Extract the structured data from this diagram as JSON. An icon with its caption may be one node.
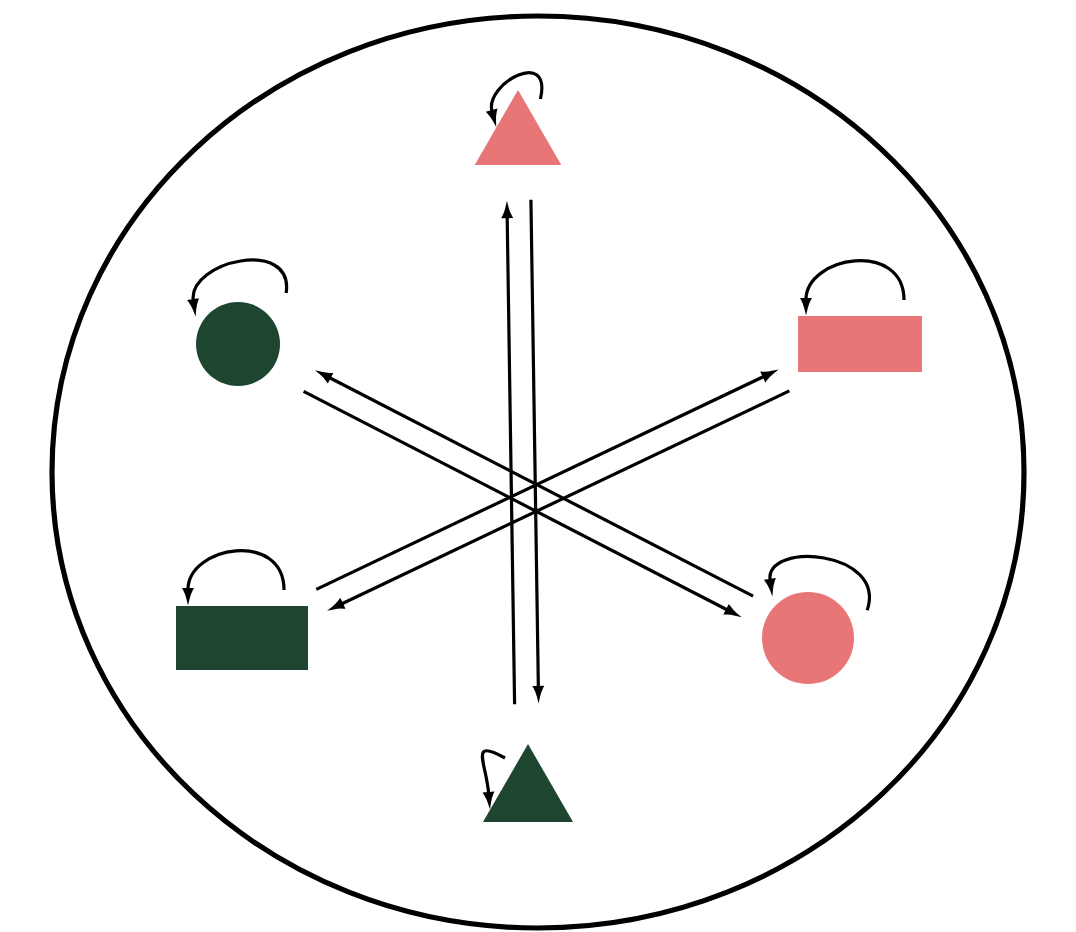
{
  "diagram": {
    "nodes": [
      {
        "text": [],
        "shape": "ellipse"
      },
      {
        "text": [],
        "shape": "triangle",
        "in": 0
      },
      {
        "text": [],
        "shape": "circle",
        "in": 0
      },
      {
        "text": [],
        "shape": "box",
        "in": 0
      },
      {
        "text": [],
        "shape": "box",
        "in": 0
      },
      {
        "text": [],
        "shape": "circle",
        "in": 0
      },
      {
        "text": [],
        "shape": "triangle",
        "in": 0
      }
    ],
    "edges": [
      {
        "from": 1,
        "to": 1,
        "arrow": "to"
      },
      {
        "from": 2,
        "to": 2,
        "arrow": "to"
      },
      {
        "from": 3,
        "to": 3,
        "arrow": "to"
      },
      {
        "from": 4,
        "to": 4,
        "arrow": "to"
      },
      {
        "from": 5,
        "to": 5,
        "arrow": "to"
      },
      {
        "from": 6,
        "to": 6,
        "arrow": "to"
      },
      {
        "from": 6,
        "to": 1,
        "arrow": "to"
      },
      {
        "from": 1,
        "to": 6,
        "arrow": "to"
      },
      {
        "from": 5,
        "to": 2,
        "arrow": "to"
      },
      {
        "from": 2,
        "to": 5,
        "arrow": "to"
      },
      {
        "from": 4,
        "to": 3,
        "arrow": "to"
      },
      {
        "from": 3,
        "to": 4,
        "arrow": "to"
      }
    ]
  }
}
